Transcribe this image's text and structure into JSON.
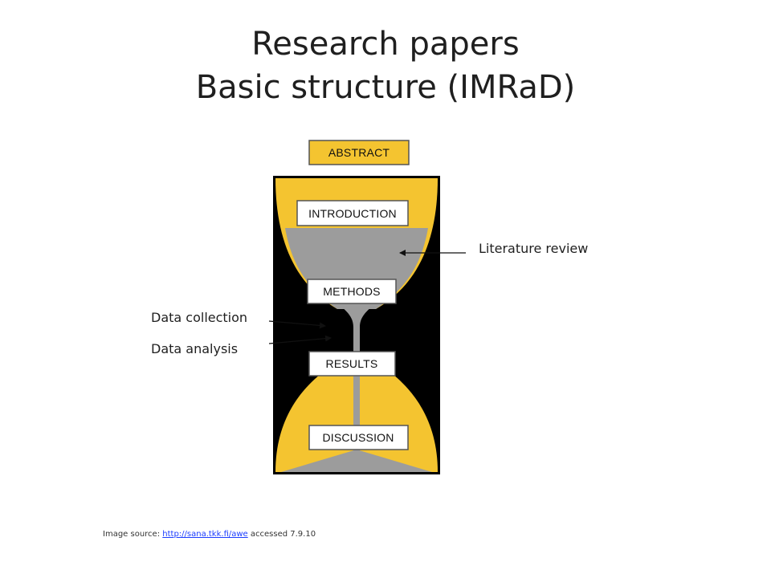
{
  "title": {
    "line1": "Research papers",
    "line2": "Basic structure (IMRaD)"
  },
  "hourglass": {
    "abstract": "ABSTRACT",
    "introduction": "INTRODUCTION",
    "methods": "METHODS",
    "results": "RESULTS",
    "discussion": "DISCUSSION"
  },
  "annotations": {
    "literature_review": "Literature review",
    "data_collection": "Data collection",
    "data_analysis": "Data analysis"
  },
  "source": {
    "prefix": "Image source:",
    "link_text": "http://sana.tkk.fi/awe",
    "suffix": "accessed 7.9.10"
  },
  "colors": {
    "yellow": "#f4c430",
    "grey": "#9c9c9c",
    "frame": "#000000"
  }
}
